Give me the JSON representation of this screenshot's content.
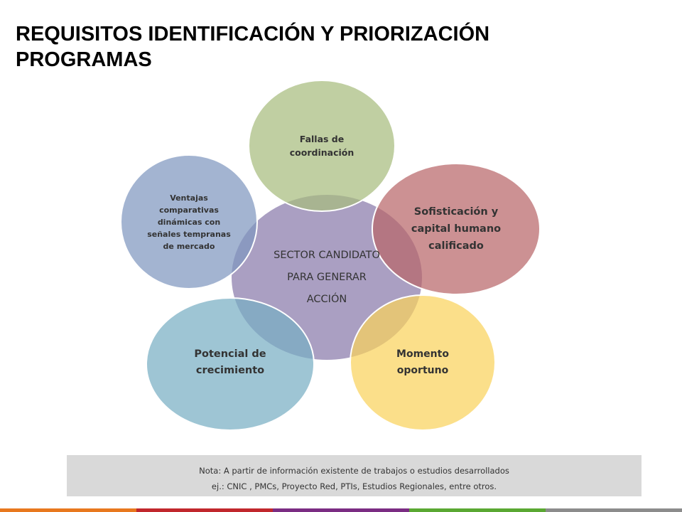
{
  "slide": {
    "title_line1": "REQUISITOS  IDENTIFICACIÓN Y PRIORIZACIÓN",
    "title_line2": "PROGRAMAS"
  },
  "diagram": {
    "center": {
      "line1": "SECTOR CANDIDATO",
      "line2": "PARA GENERAR",
      "line3": "ACCIÓN",
      "color": "#8e7fad"
    },
    "nodes": [
      {
        "id": "fallas",
        "label": "Fallas de coordinación",
        "color": "#a8bc7e"
      },
      {
        "id": "sofisticacion",
        "label": "Sofisticación y capital humano calificado",
        "color": "#b8676a"
      },
      {
        "id": "momento",
        "label": "Momento oportuno",
        "color": "#f9d35d"
      },
      {
        "id": "potencial",
        "label": "Potencial de crecimiento",
        "color": "#79aec3"
      },
      {
        "id": "ventajas",
        "label": "Ventajas comparativas dinámicas con señales tempranas de mercado",
        "color": "#7f97bf"
      }
    ]
  },
  "note": {
    "line1": "Nota: A partir de información existente de trabajos o estudios  desarrollados",
    "line2": "ej.: CNIC , PMCs, Proyecto Red,  PTIs,  Estudios Regionales, entre otros."
  },
  "footer_colors": [
    "#e8781e",
    "#c1272d",
    "#7b2d83",
    "#5aa832",
    "#8c8c8c"
  ]
}
